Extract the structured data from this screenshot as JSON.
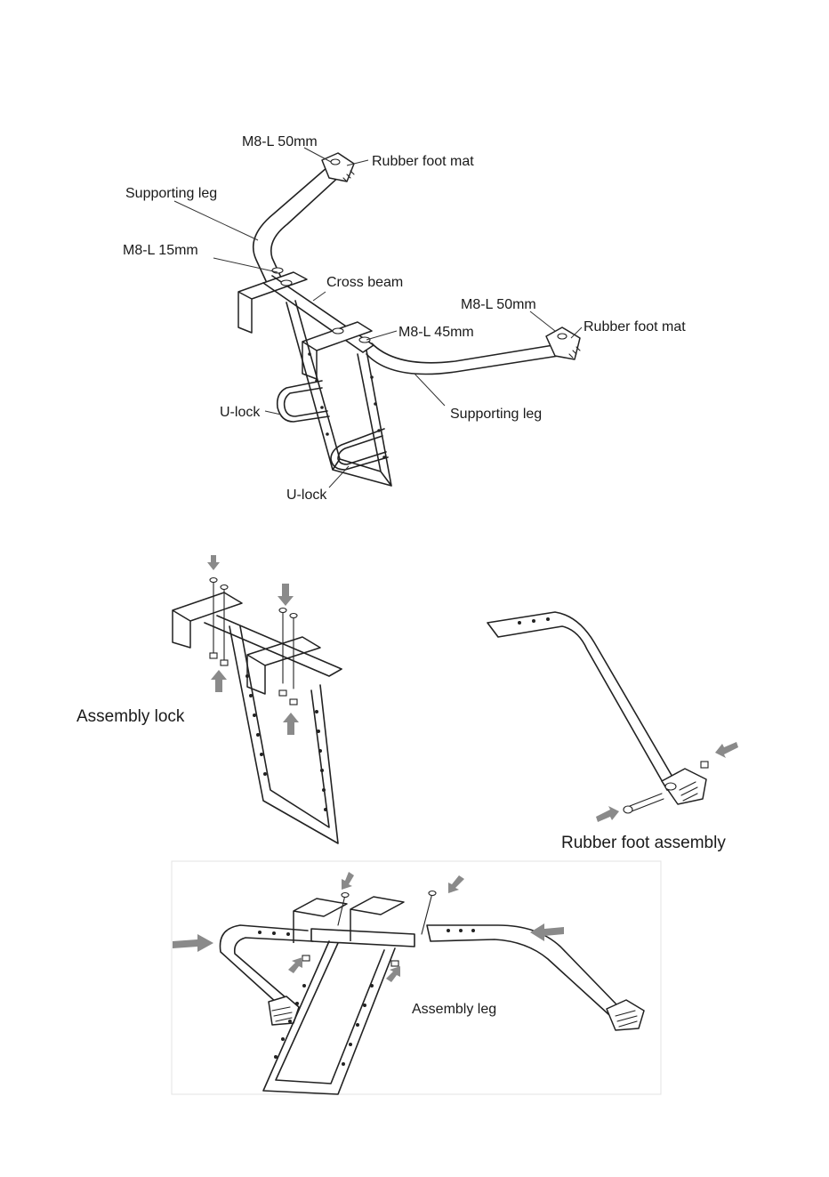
{
  "diagram_1": {
    "labels": {
      "m8_50_top": "M8-L 50mm",
      "rubber_top": "Rubber foot mat",
      "supporting_leg_left": "Supporting leg",
      "m8_15": "M8-L 15mm",
      "cross_beam": "Cross beam",
      "m8_50_right": "M8-L 50mm",
      "rubber_right": "Rubber foot mat",
      "m8_45": "M8-L 45mm",
      "u_lock_left": "U-lock",
      "supporting_leg_right": "Supporting leg",
      "u_lock_bottom": "U-lock"
    }
  },
  "diagram_2": {
    "caption": "Assembly lock"
  },
  "diagram_3": {
    "caption": "Rubber foot assembly"
  },
  "diagram_4": {
    "caption": "Assembly leg"
  },
  "colors": {
    "line": "#222222",
    "arrow": "#8a8a8a",
    "background": "#ffffff"
  }
}
